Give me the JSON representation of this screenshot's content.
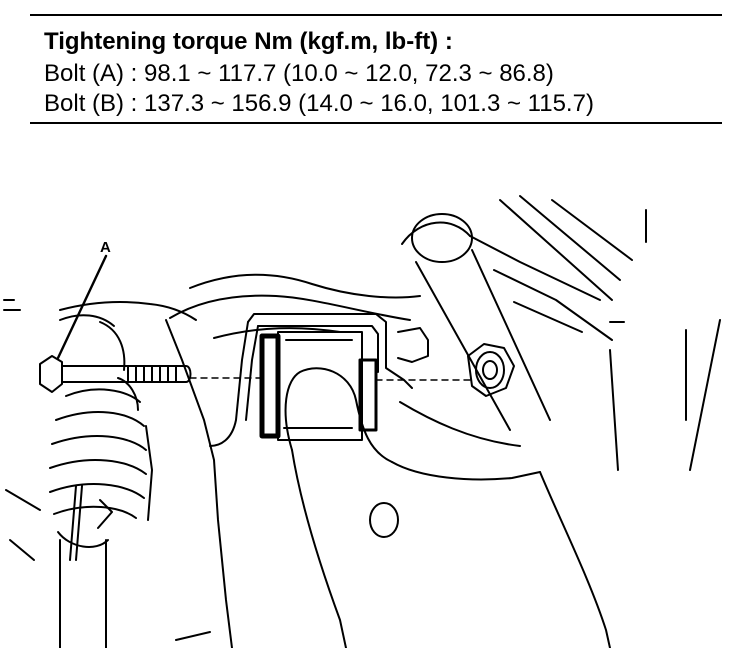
{
  "spec": {
    "title": "Tightening torque Nm (kgf.m, lb-ft) :",
    "bolt_a": "Bolt (A) : 98.1 ~ 117.7 (10.0 ~ 12.0, 72.3 ~ 86.8)",
    "bolt_b": "Bolt (B) : 137.3 ~ 156.9 (14.0 ~ 16.0, 101.3 ~ 115.7)"
  },
  "diagram": {
    "callout_a": "A"
  },
  "colors": {
    "ink": "#000000",
    "paper": "#ffffff"
  }
}
